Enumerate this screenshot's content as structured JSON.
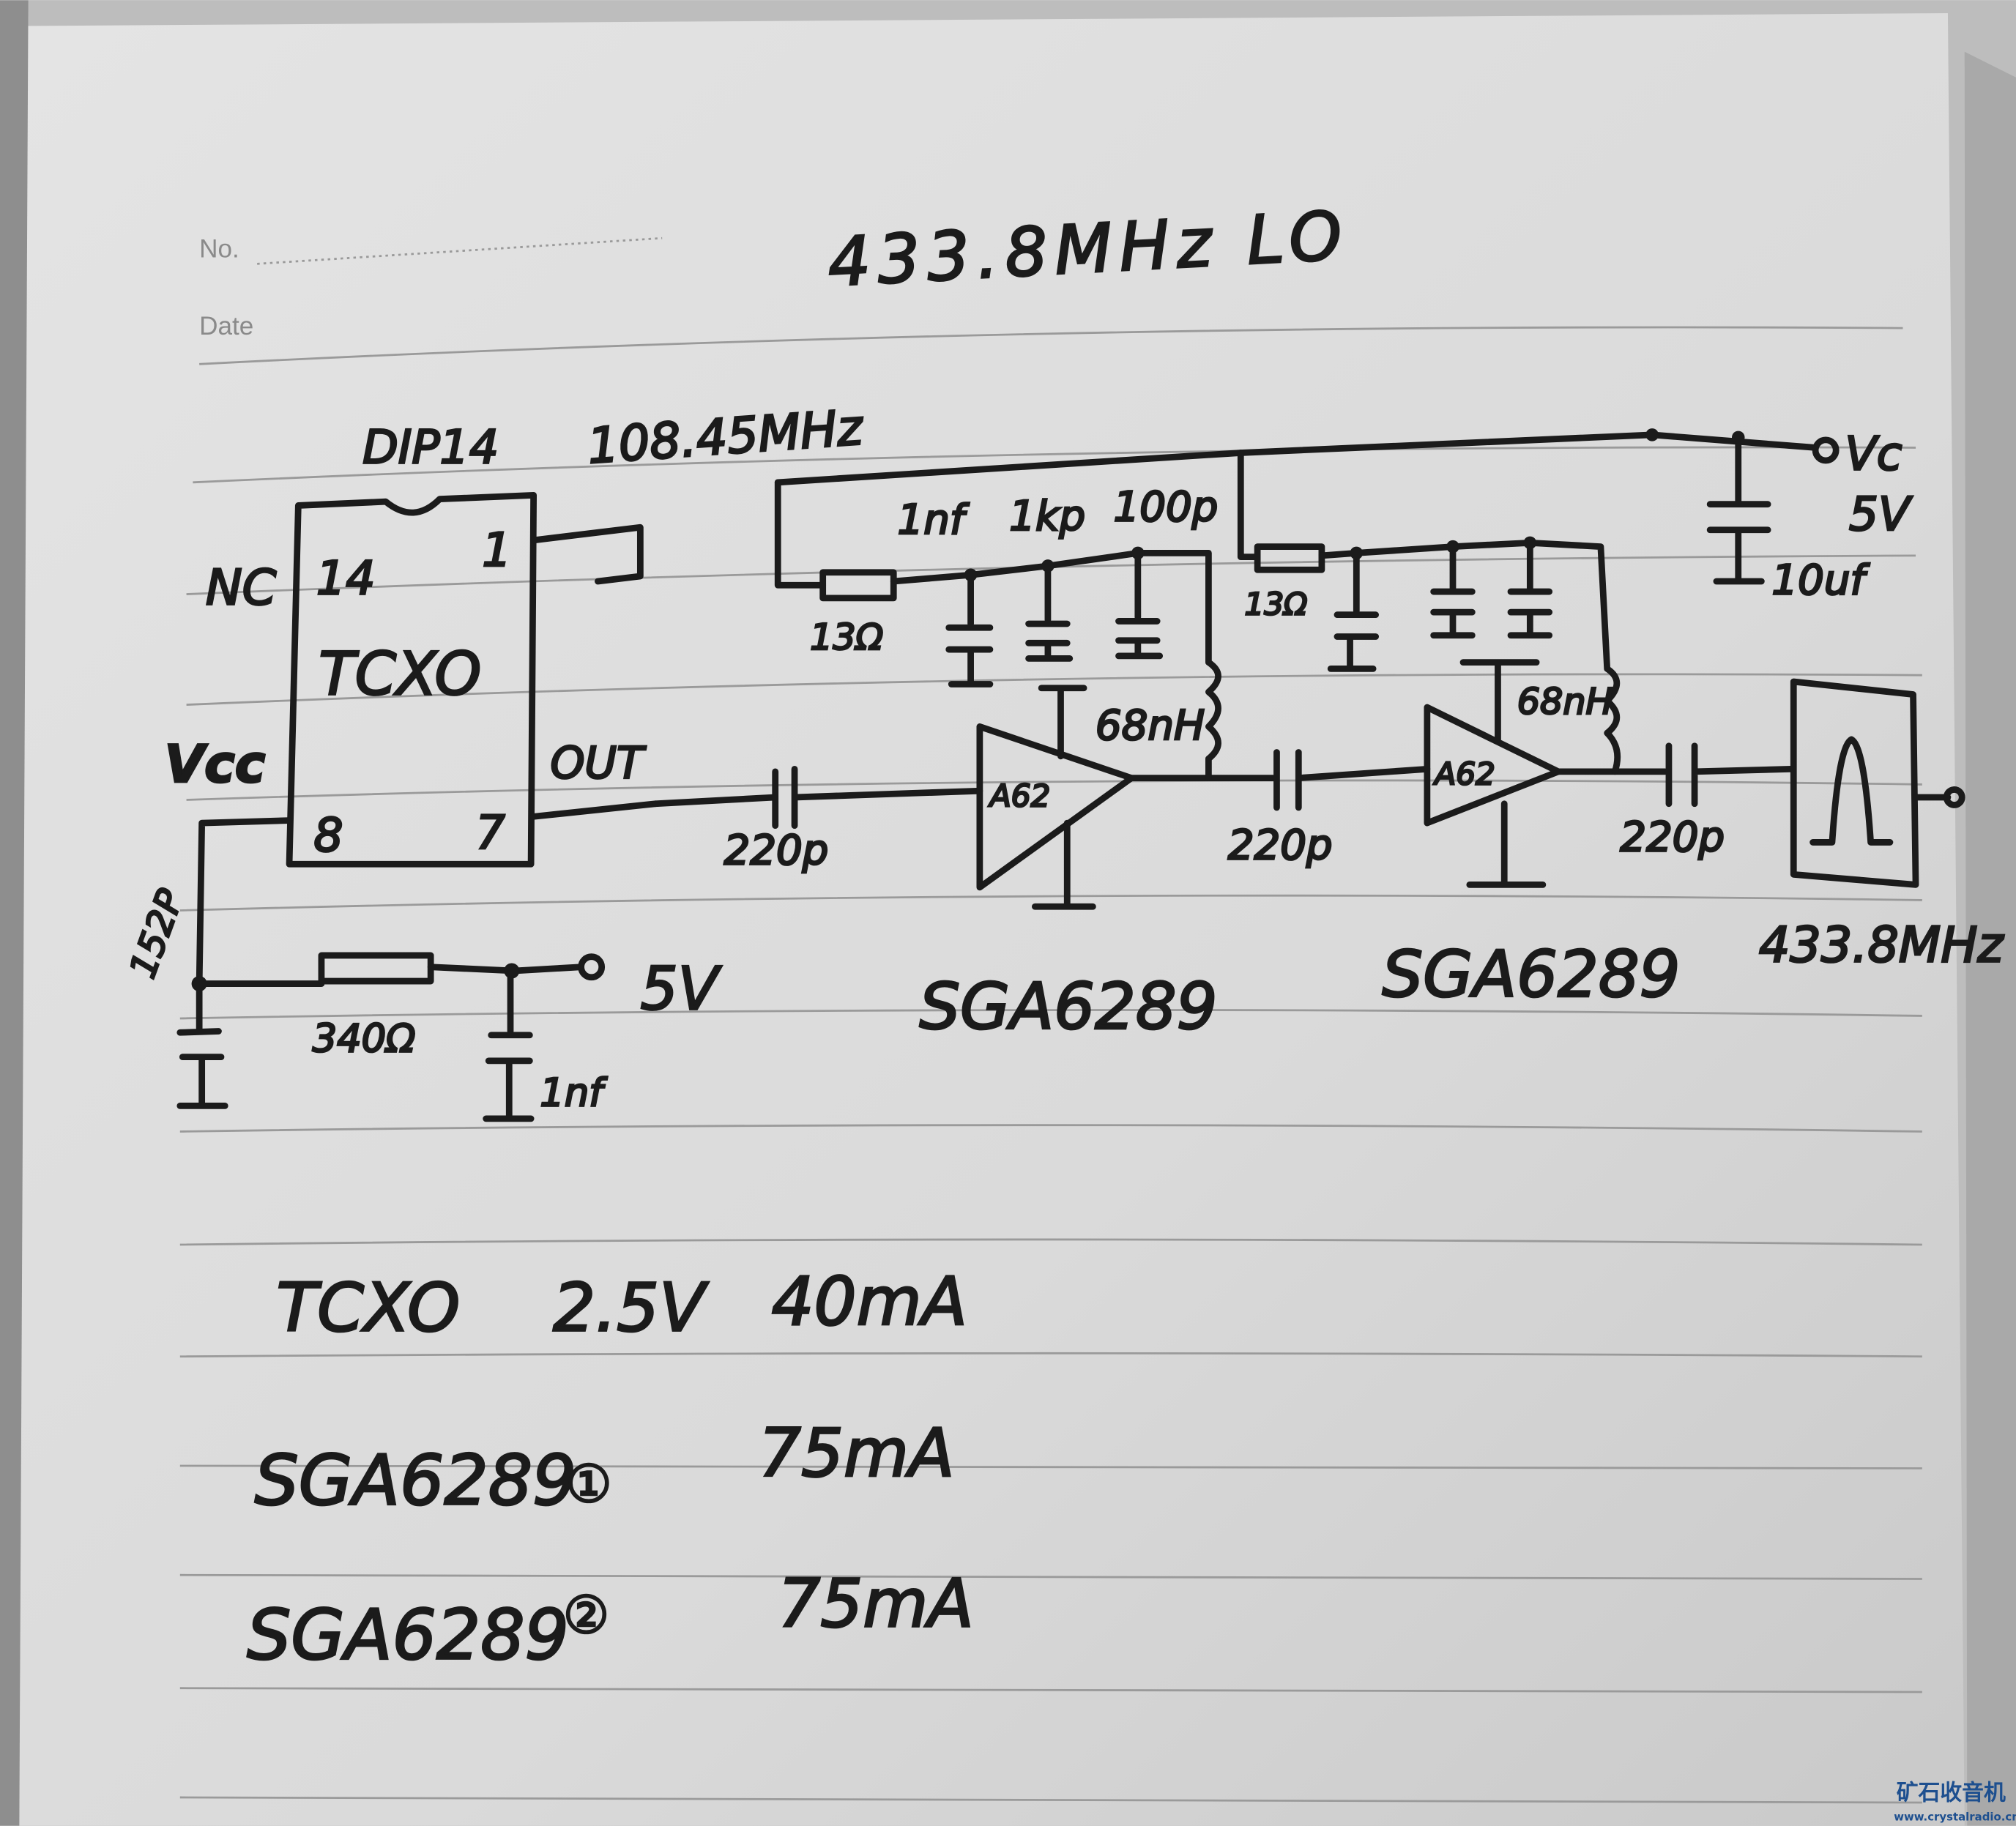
{
  "notebook": {
    "no_label": "No.",
    "date_label": "Date"
  },
  "title": "433.8MHz LO",
  "schematic": {
    "tcxo": {
      "package": "DIP14",
      "frequency": "108.45MHz",
      "name": "TCXO",
      "pin14": "14",
      "pin1": "1",
      "pin8": "8",
      "pin7": "7",
      "nc_label": "NC",
      "vcc_label": "Vcc",
      "out_label": "OUT"
    },
    "supply_filter": {
      "cap1": "152P",
      "resistor": "340Ω",
      "cap2": "1nf",
      "supply": "5V"
    },
    "stage1": {
      "coupling_cap": "220p",
      "resistor": "13Ω",
      "caps": [
        "1nf",
        "1kp",
        "100p"
      ],
      "inductor": "68nH",
      "amp_label": "A62",
      "part": "SGA6289"
    },
    "stage2": {
      "coupling_cap": "220p",
      "resistor": "13Ω",
      "inductor": "68nH",
      "amp_label": "A62",
      "part": "SGA6289"
    },
    "output": {
      "coupling_cap": "220p",
      "filter_label": "433.8MHz"
    },
    "rail": {
      "label": "Vc",
      "voltage": "5V",
      "bulk_cap": "10uf"
    }
  },
  "notes": [
    {
      "part": "TCXO",
      "voltage": "2.5V",
      "current": "40mA"
    },
    {
      "part": "SGA6289",
      "index": "①",
      "current": "75mA"
    },
    {
      "part": "SGA6289",
      "index": "②",
      "current": "75mA"
    }
  ],
  "watermark": {
    "cn": "矿石收音机",
    "url": "www.crystalradio.cn"
  }
}
